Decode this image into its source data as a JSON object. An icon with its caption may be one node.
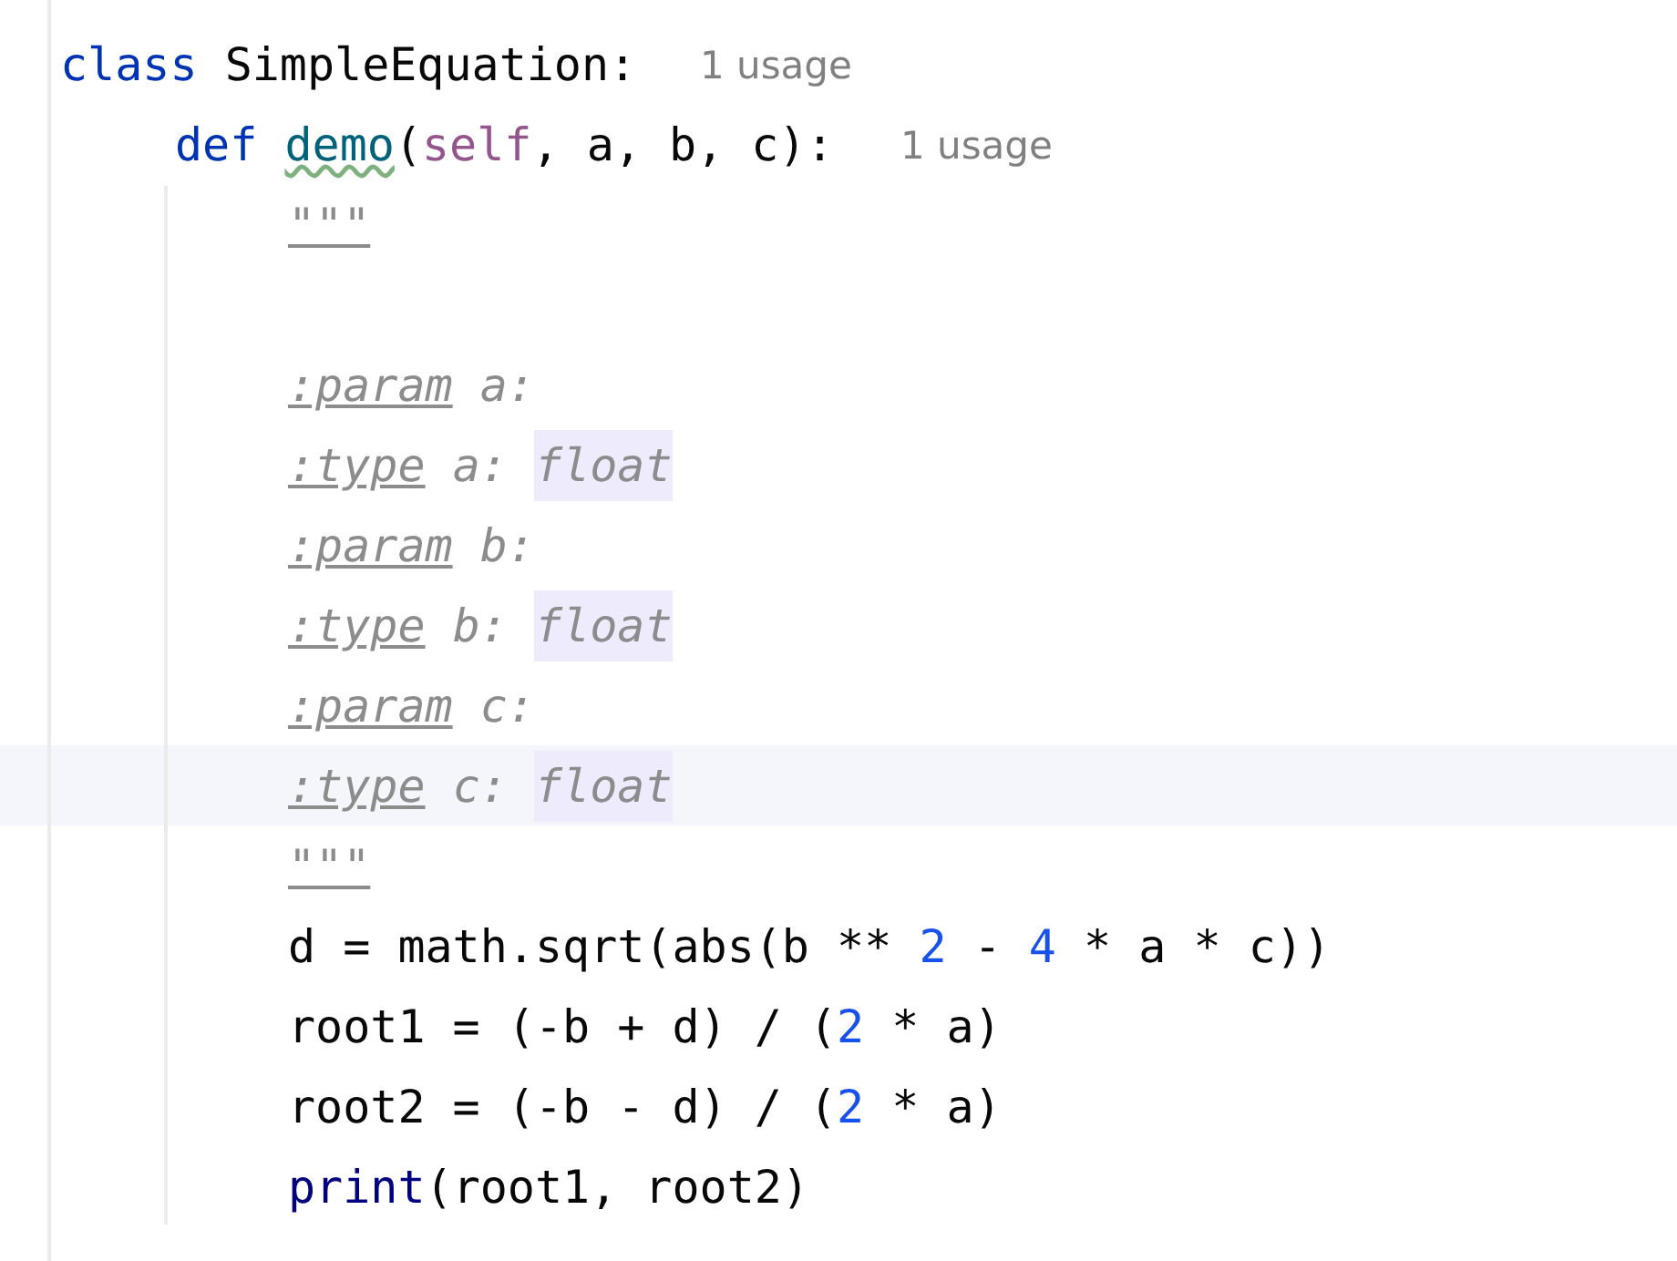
{
  "diagram": {
    "labels": [
      "class SimpleEquation:",
      "1 usage",
      "def demo(self, a, b, c):",
      "1 usage",
      "\"\"\"",
      ":param a:",
      ":type a: float",
      ":param b:",
      ":type b: float",
      ":param c:",
      ":type c: float",
      "\"\"\"",
      "d = math.sqrt(abs(b ** 2 - 4 * a * c))",
      "root1 = (-b + d) / (2 * a)",
      "root2 = (-b - d) / (2 * a)",
      "print(root1, root2)"
    ]
  }
}
